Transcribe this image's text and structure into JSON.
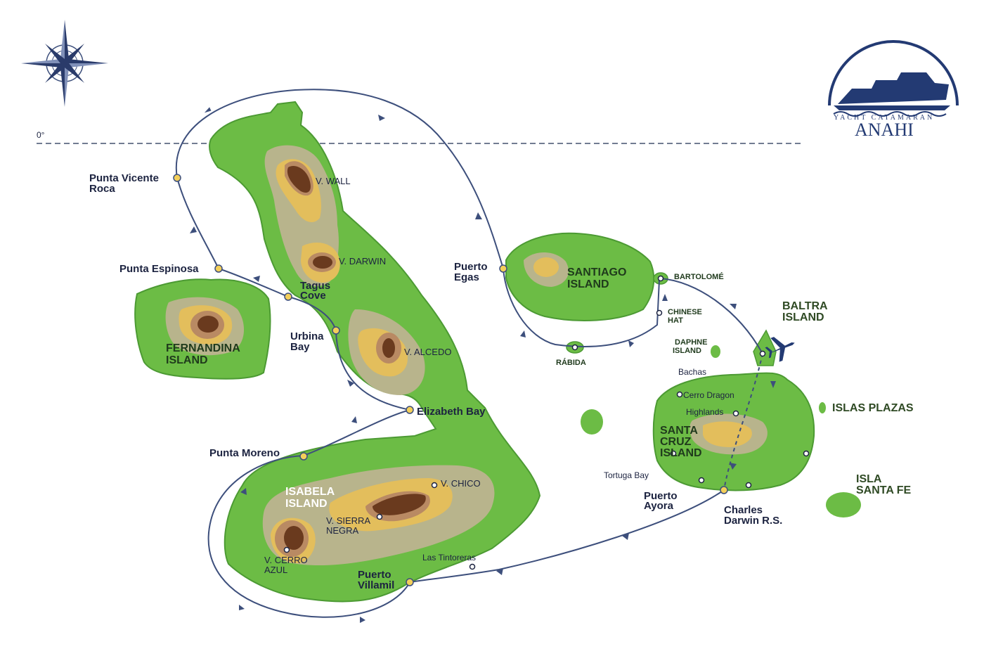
{
  "equator": {
    "label": "0°"
  },
  "brand": {
    "line1": "YACHT CATAMARAN",
    "name": "ANAHI"
  },
  "islands": {
    "fernandina": [
      "FERNANDINA",
      "ISLAND"
    ],
    "isabela": [
      "ISABELA",
      "ISLAND"
    ],
    "santiago": [
      "SANTIAGO",
      "ISLAND"
    ],
    "santa_cruz": [
      "SANTA",
      "CRUZ",
      "ISLAND"
    ],
    "baltra": [
      "BALTRA",
      "ISLAND"
    ],
    "daphne": [
      "DAPHNE",
      "ISLAND"
    ],
    "islas_plazas": "ISLAS PLAZAS",
    "santa_fe": [
      "ISLA",
      "SANTA FE"
    ]
  },
  "volcanoes": {
    "wall": "V. WALL",
    "darwin": "V. DARWIN",
    "alcedo": "V. ALCEDO",
    "chico": "V. CHICO",
    "sierra_negra": [
      "V. SIERRA",
      "NEGRA"
    ],
    "cerro_azul": [
      "V. CERRO",
      "AZUL"
    ]
  },
  "stops": {
    "punta_vicente_roca": [
      "Punta Vicente",
      "Roca"
    ],
    "punta_espinosa": "Punta Espinosa",
    "tagus_cove": [
      "Tagus",
      "Cove"
    ],
    "urbina_bay": [
      "Urbina",
      "Bay"
    ],
    "elizabeth_bay": "Elizabeth Bay",
    "punta_moreno": "Punta Moreno",
    "puerto_villamil": [
      "Puerto",
      "Villamil"
    ],
    "las_tintoreras": "Las Tintoreras",
    "puerto_egas": [
      "Puerto",
      "Egas"
    ],
    "rabida": "RÁBIDA",
    "bartolome": "BARTOLOMÉ",
    "chinese_hat": [
      "CHINESE",
      "HAT"
    ],
    "bachas": "Bachas",
    "cerro_dragon": "Cerro Dragon",
    "highlands": "Highlands",
    "tortuga_bay": "Tortuga Bay",
    "puerto_ayora": [
      "Puerto",
      "Ayora"
    ],
    "charles_darwin": [
      "Charles",
      "Darwin R.S."
    ]
  },
  "colors": {
    "island_green": "#6cbc45",
    "island_edge": "#4c9a33",
    "zone_tan": "#b8b48c",
    "zone_yellow": "#e3be5c",
    "zone_brown": "#b98a63",
    "crater": "#6a3a1e",
    "route": "#3d4f7c",
    "equator": "#44506e",
    "marker": "#f3cf5a",
    "brand_blue": "#233a73"
  },
  "icons": [
    "compass-rose-icon",
    "airplane-icon",
    "yacht-logo-icon"
  ]
}
